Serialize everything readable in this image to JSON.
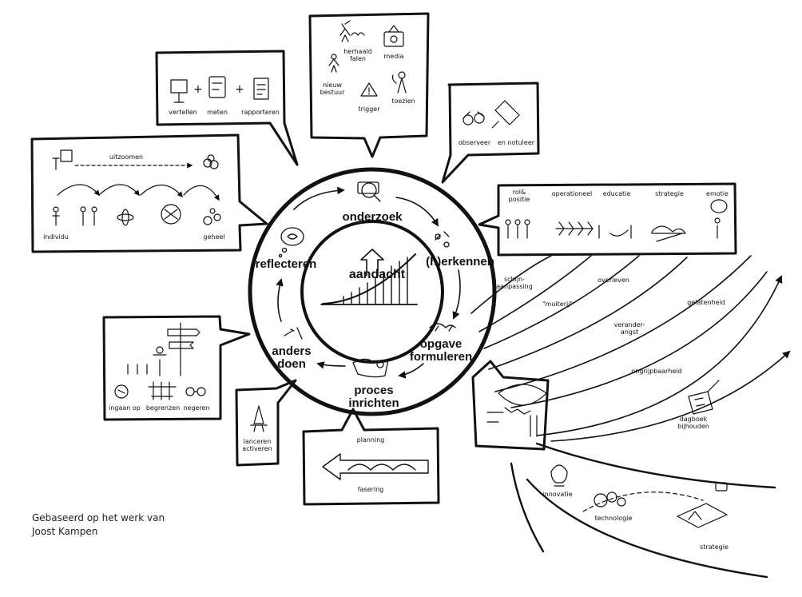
{
  "cycle": {
    "center": "aandacht",
    "steps": {
      "onderzoek": "onderzoek",
      "herkennen": "(h)erkennen",
      "opgave": "opgave\nformuleren",
      "proces": "proces\ninrichten",
      "anders": "anders\ndoen",
      "reflecteren": "reflecteren"
    }
  },
  "onderzoek_box": {
    "herhaald_falen": "herhaald\nfalen",
    "media": "media",
    "nieuw_bestuur": "nieuw\nbestuur",
    "toezien": "toezien",
    "trigger": "trigger"
  },
  "reflect_box": {
    "vertellen": "vertellen",
    "meten": "meten",
    "rapporteren": "rapporteren",
    "plus": "+"
  },
  "left_box": {
    "uitzoomen": "uitzoomen",
    "individu": "individu",
    "geheel": "geheel"
  },
  "observe_box": {
    "observeer": "observeer",
    "notuleer": "en notuleer"
  },
  "right_box": {
    "rol": "rol&\npositie",
    "operationeel": "operationeel",
    "educatie": "educatie",
    "strategie": "strategie",
    "emotie": "emotie"
  },
  "curves": {
    "schijn": "schijn-\naanpassing",
    "muiterij": "\"muiterij\"",
    "overleven": "overleven",
    "verander": "verander-\nangst",
    "gelatenheid": "gelatenheid",
    "ongrijpbaarheid": "ongrijpbaarheid",
    "dagboek": "dagboek\nbijhouden"
  },
  "anders_box": {
    "ingaan": "ingaan op",
    "begrenzen": "begrenzen",
    "negeren": "negeren"
  },
  "lanceren_box": {
    "label": "lanceren\nactiveren"
  },
  "planning_box": {
    "planning": "planning",
    "fasering": "fasering"
  },
  "bottom_right": {
    "innovatie": "innovatie",
    "technologie": "technologie",
    "strategie": "strategie"
  },
  "credit": {
    "line1": "Gebaseerd op het werk van",
    "line2": "Joost Kampen"
  }
}
